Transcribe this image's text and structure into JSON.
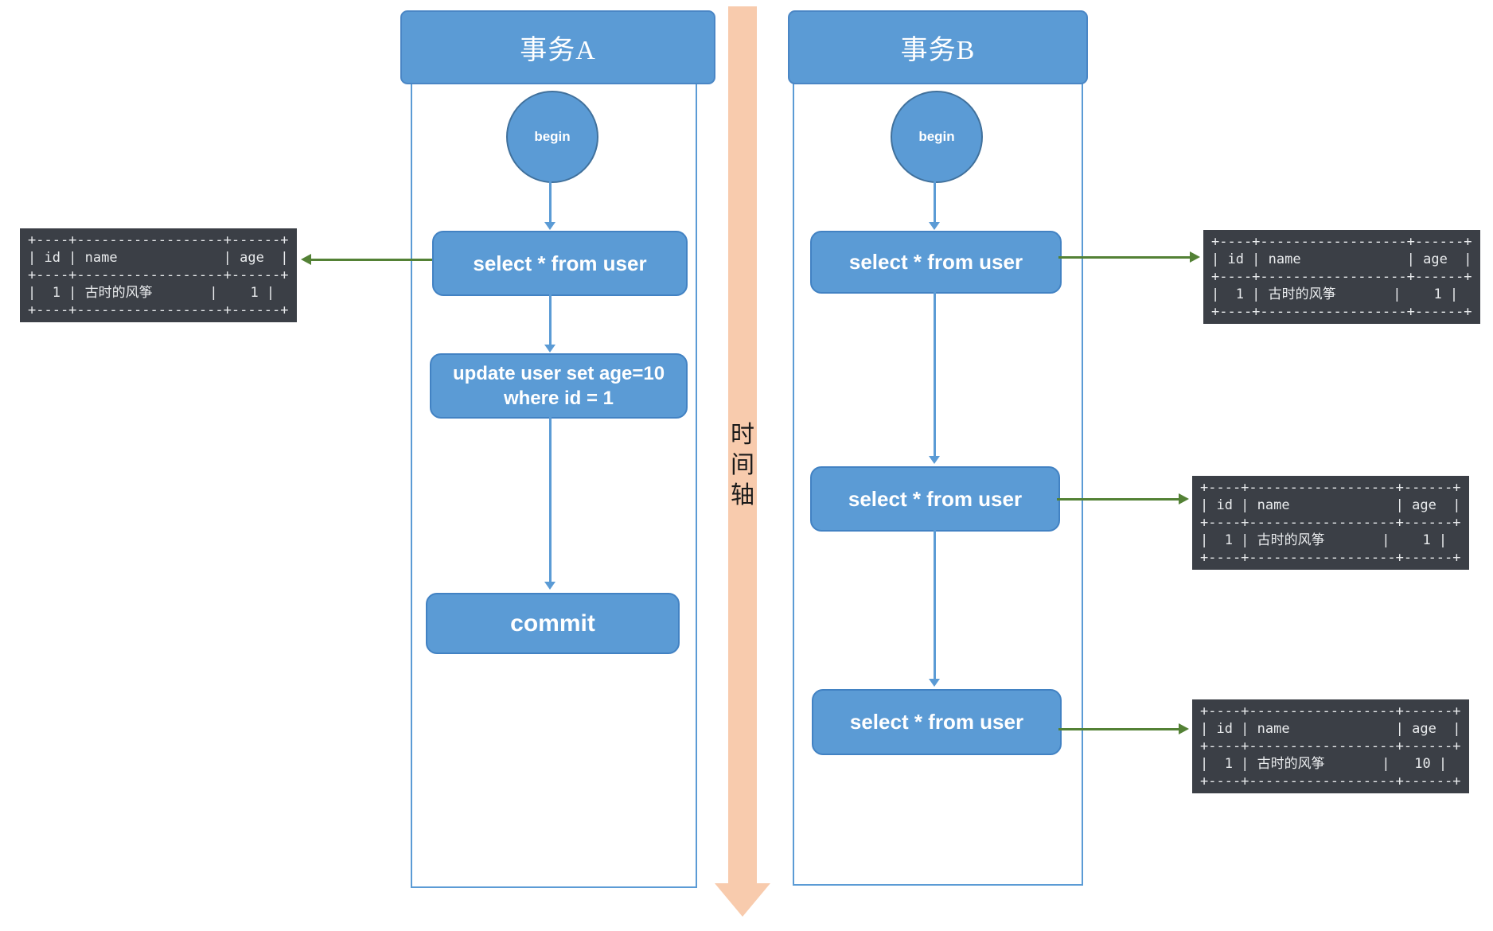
{
  "diagram": {
    "timeline": {
      "label": "时间轴"
    },
    "transaction_a": {
      "title": "事务A",
      "begin_label": "begin",
      "select_label": "select * from user",
      "update_line1": "update user set age=10",
      "update_line2": "where id = 1",
      "commit_label": "commit"
    },
    "transaction_b": {
      "title": "事务B",
      "begin_label": "begin",
      "select1_label": "select * from user",
      "select2_label": "select * from user",
      "select3_label": "select * from user"
    },
    "tables": {
      "left_a_age1": "+----+------------------+------+\n| id | name             | age  |\n+----+------------------+------+\n|  1 | 古时的风筝       |    1 |\n+----+------------------+------+",
      "right_b1_age1": "+----+------------------+------+\n| id | name             | age  |\n+----+------------------+------+\n|  1 | 古时的风筝       |    1 |\n+----+------------------+------+",
      "right_b2_age1": "+----+------------------+------+\n| id | name             | age  |\n+----+------------------+------+\n|  1 | 古时的风筝       |    1 |\n+----+------------------+------+",
      "right_b3_age10": "+----+------------------+------+\n| id | name             | age  |\n+----+------------------+------+\n|  1 | 古时的风筝       |   10 |\n+----+------------------+------+"
    },
    "colors": {
      "node_blue": "#5b9bd5",
      "node_border_blue": "#41719c",
      "arrow_green": "#538135",
      "timeline_peach": "#f8cbad",
      "table_bg": "#3b3f46",
      "table_text": "#e9ebed"
    }
  }
}
